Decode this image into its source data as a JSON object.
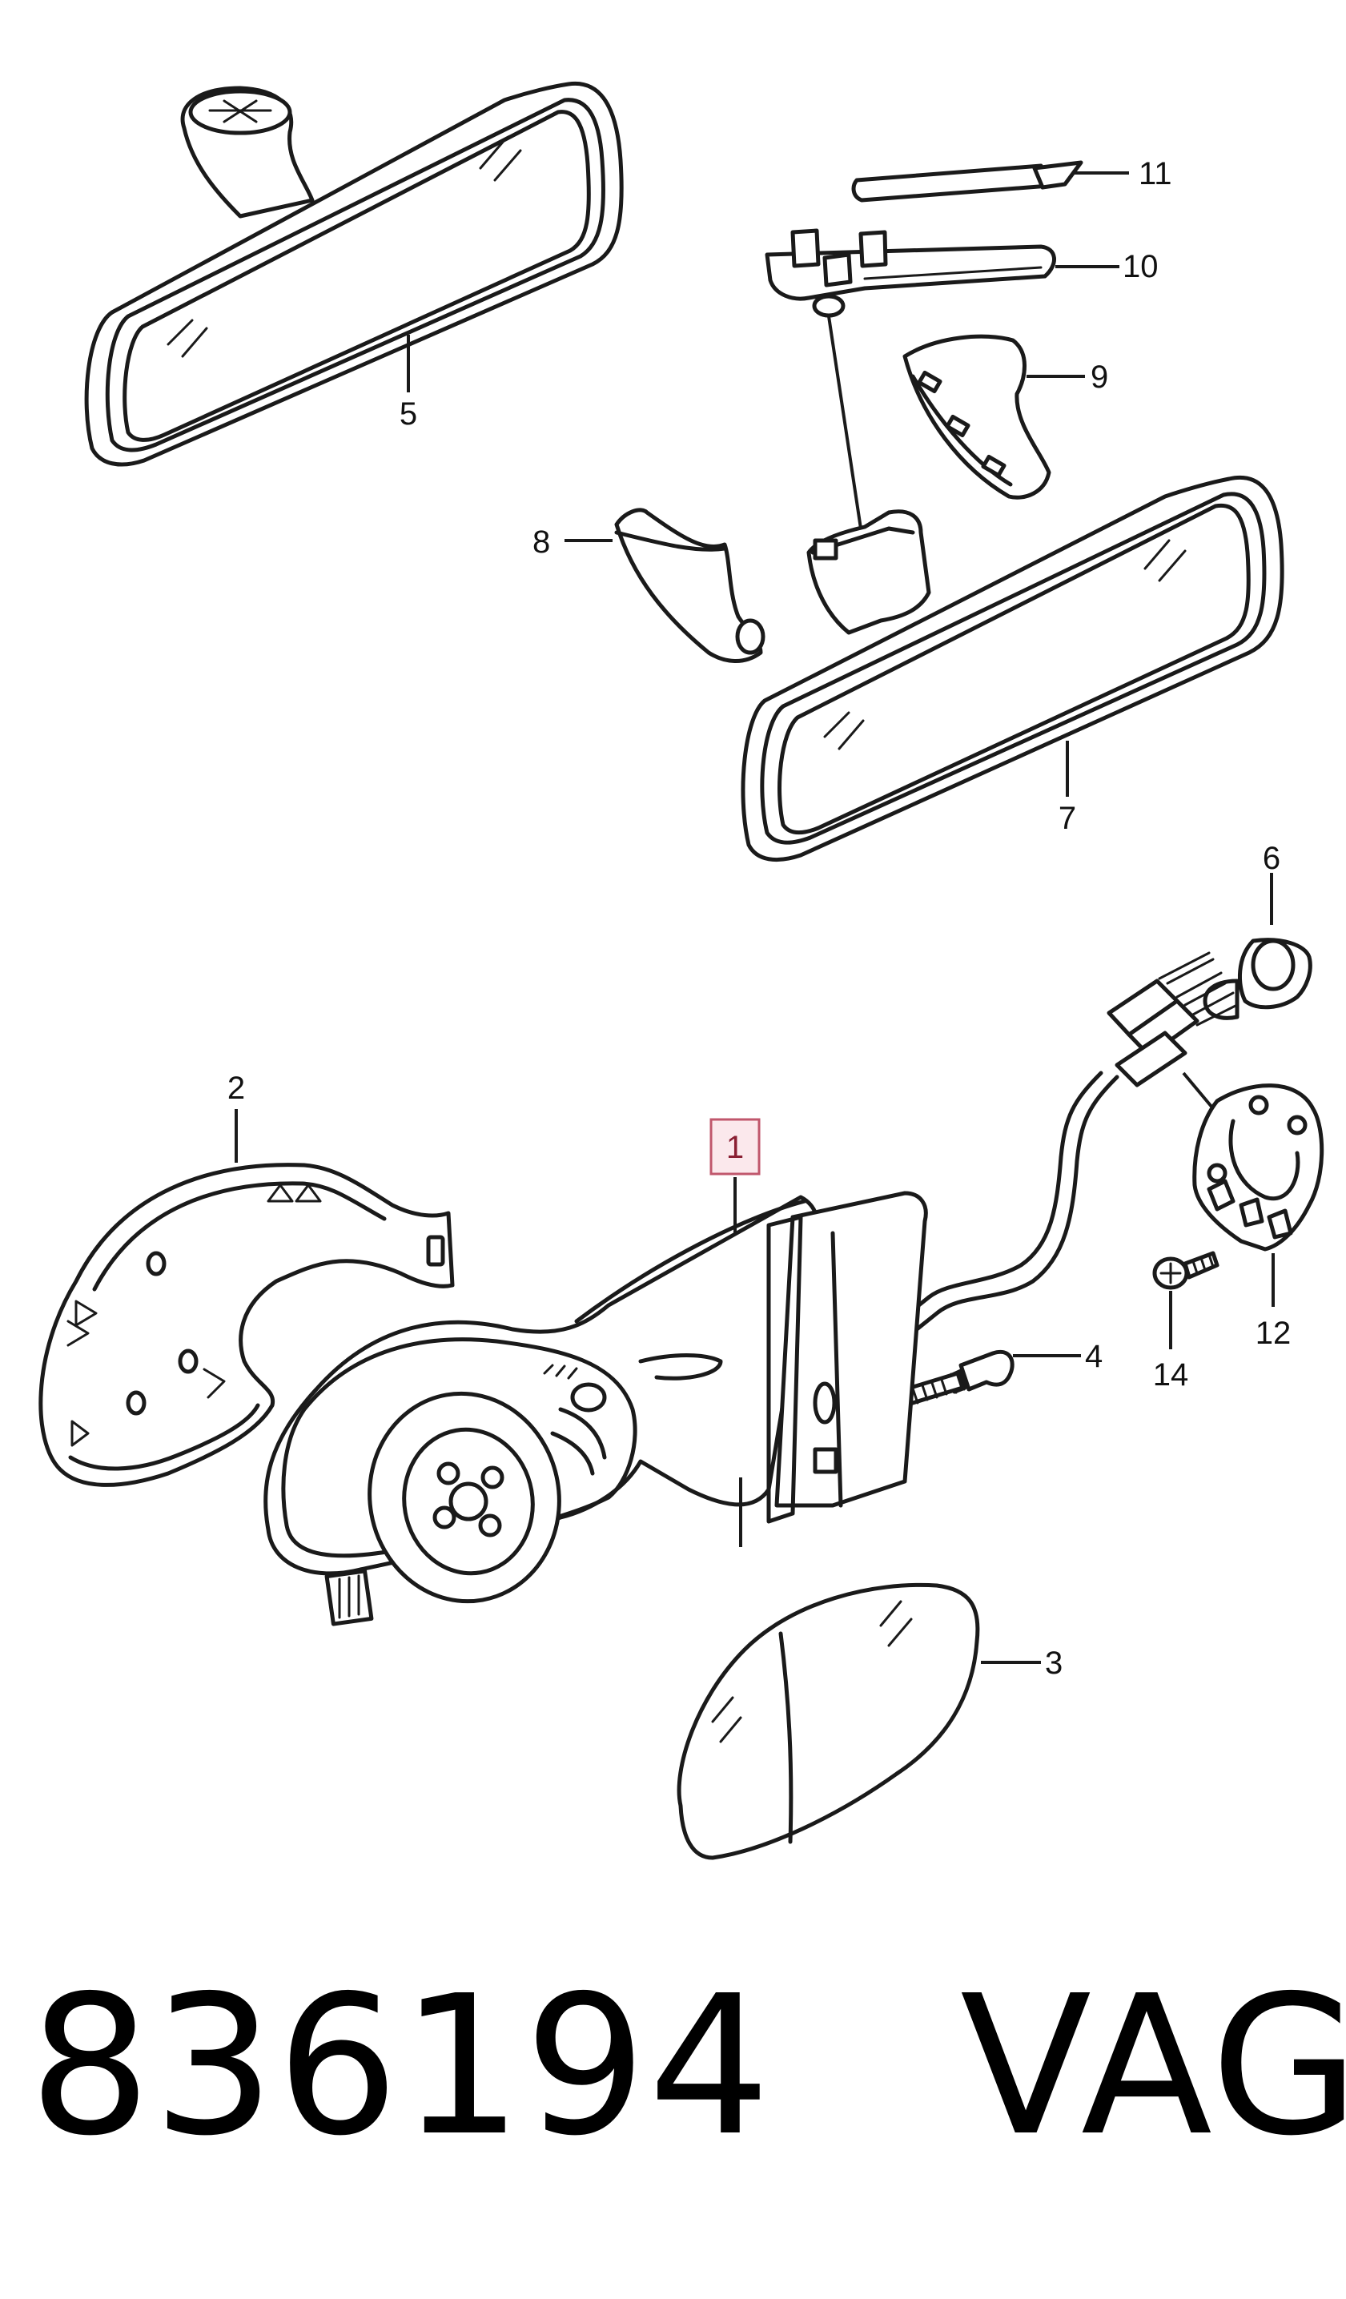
{
  "callouts": {
    "c1": "1",
    "c2": "2",
    "c3": "3",
    "c4": "4",
    "c5": "5",
    "c6": "6",
    "c7": "7",
    "c8": "8",
    "c9": "9",
    "c10": "10",
    "c11": "11",
    "c12": "12",
    "c14": "14"
  },
  "highlighted_callout": "1",
  "highlight_color": "#c0576c",
  "footer": {
    "part_number": "836194",
    "brand": "VAG"
  }
}
